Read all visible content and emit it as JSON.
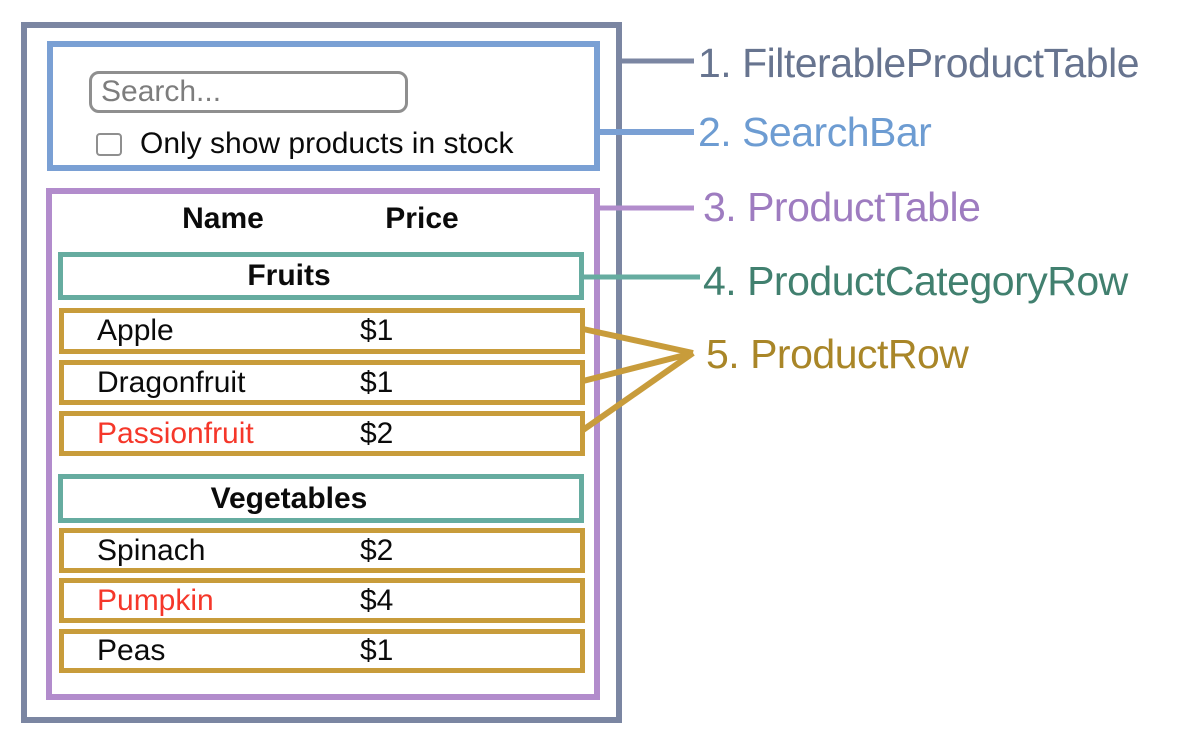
{
  "palette": {
    "filterable_product_table_border": "#7b86a2",
    "search_bar_border": "#7aa0d4",
    "product_table_border": "#b28ccc",
    "product_category_row_border": "#66aca0",
    "product_row_border": "#c89c3b",
    "out_of_stock_text": "#f5372a",
    "legend_1_color": "#67748f",
    "legend_2_color": "#6d9cd2",
    "legend_3_color": "#9e7cc0",
    "legend_4_color": "#41806f",
    "legend_5_color": "#a98628"
  },
  "search_bar": {
    "input_placeholder": "Search...",
    "checkbox_label": "Only show products in stock",
    "checkbox_checked": false
  },
  "product_table": {
    "columns": [
      "Name",
      "Price"
    ],
    "groups": [
      {
        "category": "Fruits",
        "rows": [
          {
            "name": "Apple",
            "price": "$1",
            "name_color": "black"
          },
          {
            "name": "Dragonfruit",
            "price": "$1",
            "name_color": "black"
          },
          {
            "name": "Passionfruit",
            "price": "$2",
            "name_color": "red"
          }
        ]
      },
      {
        "category": "Vegetables",
        "rows": [
          {
            "name": "Spinach",
            "price": "$2",
            "name_color": "black"
          },
          {
            "name": "Pumpkin",
            "price": "$4",
            "name_color": "red"
          },
          {
            "name": "Peas",
            "price": "$1",
            "name_color": "black"
          }
        ]
      }
    ]
  },
  "legend": [
    {
      "label": "1. FilterableProductTable"
    },
    {
      "label": "2. SearchBar"
    },
    {
      "label": "3. ProductTable"
    },
    {
      "label": "4. ProductCategoryRow"
    },
    {
      "label": "5. ProductRow"
    }
  ]
}
